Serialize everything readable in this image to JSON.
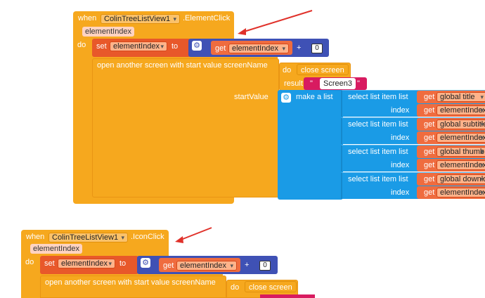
{
  "block1": {
    "when": "when",
    "component": "ColinTreeListView1",
    "event": ".ElementClick",
    "param": "elementIndex",
    "do": "do",
    "set": "set",
    "set_var": "elementIndex",
    "to": "to",
    "get": "get",
    "get_var": "elementIndex",
    "plus": "+",
    "zero": "0",
    "open_screen": "open another screen with start value  screenName",
    "inner_do": "do",
    "close_screen": "close screen",
    "result": "result",
    "screen_q1": "\"",
    "screen_name": "Screen3",
    "screen_q2": "\"",
    "start_value": "startValue",
    "make_list": "make a list",
    "rows": [
      {
        "label": "select list item  list",
        "get": "get",
        "var": "global title",
        "index_label": "index",
        "index_get": "get",
        "index_var": "elementIndex"
      },
      {
        "label": "select list item  list",
        "get": "get",
        "var": "global subtitle",
        "index_label": "index",
        "index_get": "get",
        "index_var": "elementIndex"
      },
      {
        "label": "select list item  list",
        "get": "get",
        "var": "global thumb",
        "index_label": "index",
        "index_get": "get",
        "index_var": "elementIndex"
      },
      {
        "label": "select list item  list",
        "get": "get",
        "var": "global downlo",
        "index_label": "index",
        "index_get": "get",
        "index_var": "elementIndex"
      }
    ]
  },
  "block2": {
    "when": "when",
    "component": "ColinTreeListView1",
    "event": ".IconClick",
    "param": "elementIndex",
    "do": "do",
    "set": "set",
    "set_var": "elementIndex",
    "to": "to",
    "get": "get",
    "get_var": "elementIndex",
    "plus": "+",
    "zero": "0",
    "open_screen": "open another screen with start value  screenName",
    "inner_do": "do",
    "close_screen": "close screen"
  },
  "colors": {
    "event": "#f6a81e",
    "set": "#e8582a",
    "math": "#3f51b5",
    "list": "#1a9be6",
    "text": "#d81b60",
    "arrow": "#e0312a"
  }
}
